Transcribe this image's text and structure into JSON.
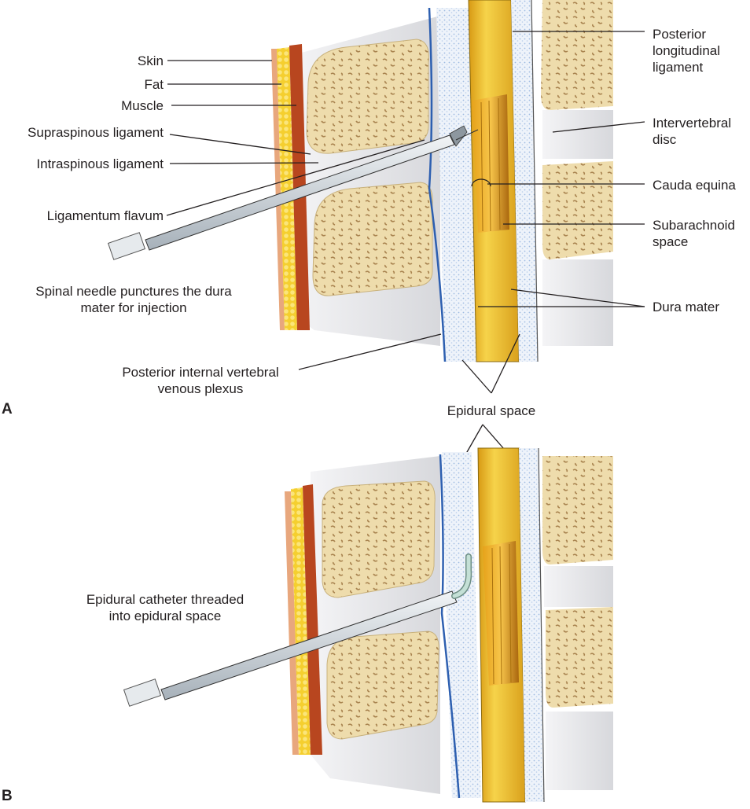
{
  "figure": {
    "panels": [
      {
        "letter": "A",
        "caption": [
          "Spinal needle punctures the dura",
          "mater for injection"
        ],
        "left_labels": {
          "skin": "Skin",
          "fat": "Fat",
          "muscle": "Muscle",
          "supraspinous": "Supraspinous ligament",
          "intraspinous": "Intraspinous ligament",
          "flavum": "Ligamentum flavum"
        },
        "right_labels": {
          "pll": [
            "Posterior",
            "longitudinal",
            "ligament"
          ],
          "disc": [
            "Intervertebral",
            "disc"
          ],
          "cauda": "Cauda equina",
          "subarachnoid": [
            "Subarachnoid",
            "space"
          ],
          "dura": "Dura mater"
        },
        "plexus": [
          "Posterior internal vertebral",
          "venous plexus"
        ]
      },
      {
        "letter": "B",
        "caption": [
          "Epidural catheter threaded",
          "into epidural space"
        ]
      }
    ],
    "shared_label": "Epidural space",
    "colors": {
      "skin": "#e8a77d",
      "fat": "#f5d23c",
      "muscle": "#b8461f",
      "bone": "#f3e7c2",
      "bone_pore": "#b8955a",
      "ligament": "#dcdde1",
      "epidural_fat": "#dbe6f4",
      "vein": "#2d5fb0",
      "dura": "#e8b82c",
      "cauda": "#d4930f",
      "needle": "#cfd6dc",
      "catheter": "#b8d8cc"
    }
  }
}
